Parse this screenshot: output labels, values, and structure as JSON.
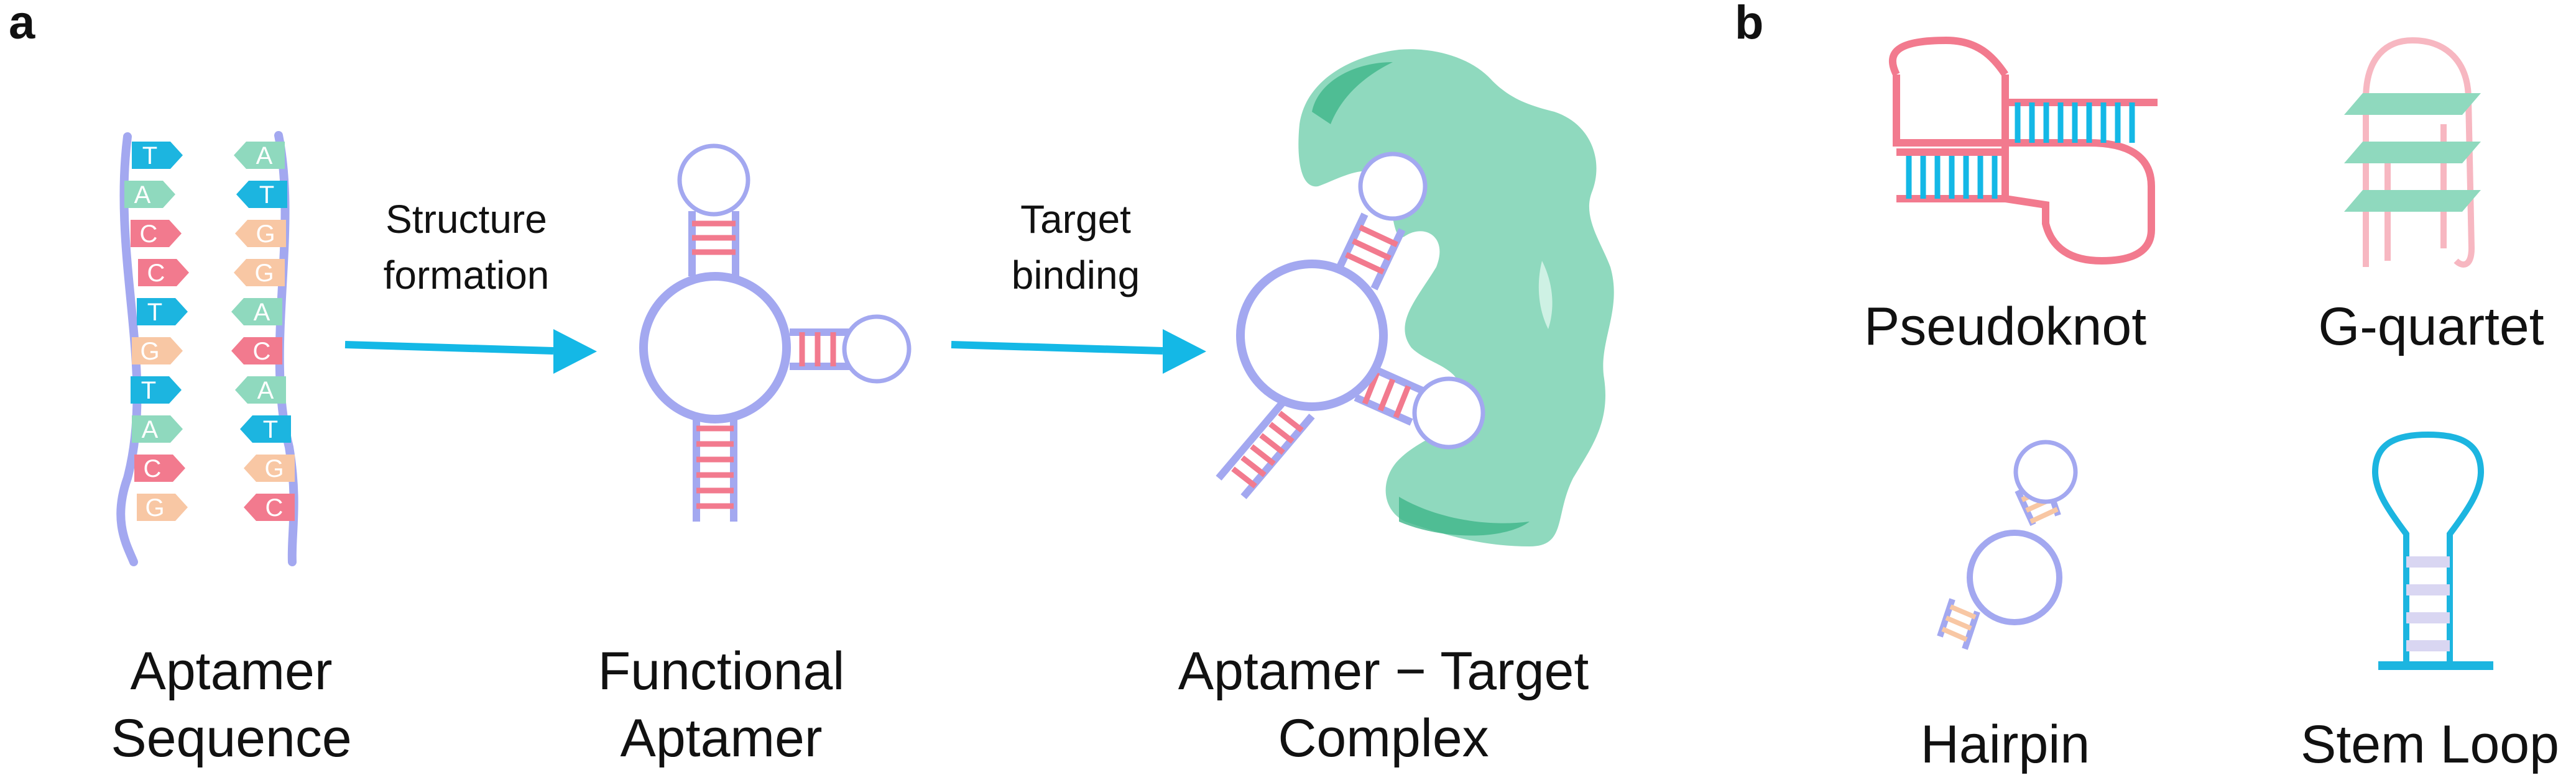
{
  "panels": {
    "a": {
      "label": "a",
      "steps": [
        {
          "caption_line1": "Aptamer",
          "caption_line2": "Sequence"
        },
        {
          "caption_line1": "Functional",
          "caption_line2": "Aptamer"
        },
        {
          "caption_line1": "Aptamer − Target",
          "caption_line2": "Complex"
        }
      ],
      "arrows": [
        {
          "label_line1": "Structure",
          "label_line2": "formation"
        },
        {
          "label_line1": "Target",
          "label_line2": "binding"
        }
      ],
      "sequence": {
        "left_strand": [
          "T",
          "A",
          "C",
          "C",
          "T",
          "G",
          "T",
          "A",
          "C",
          "G"
        ],
        "right_strand": [
          "A",
          "T",
          "G",
          "G",
          "A",
          "C",
          "A",
          "T",
          "G",
          "C"
        ]
      }
    },
    "b": {
      "label": "b",
      "motifs": [
        "Pseudoknot",
        "G-quartet",
        "Hairpin",
        "Stem Loop"
      ]
    }
  },
  "colors": {
    "backbone": "#A3A8F0",
    "pair": "#F27A8E",
    "target": "#8FD9BE",
    "target_dark": "#3FB58A",
    "arrow": "#14B8E6",
    "base_A": "#8FD9BE",
    "base_T": "#1CB5E0",
    "base_C": "#F27A8E",
    "base_G": "#F8C7A4",
    "pseudoknot_strand": "#F27A8E",
    "pseudoknot_pair": "#14B8E6",
    "gquartet_strand": "#F7B7C1",
    "gquartet_plane": "#8FD9BE",
    "hairpin_pair": "#F8C7A4",
    "stemloop_strand": "#1CB5E0",
    "stemloop_pair": "#D9D6F2"
  }
}
